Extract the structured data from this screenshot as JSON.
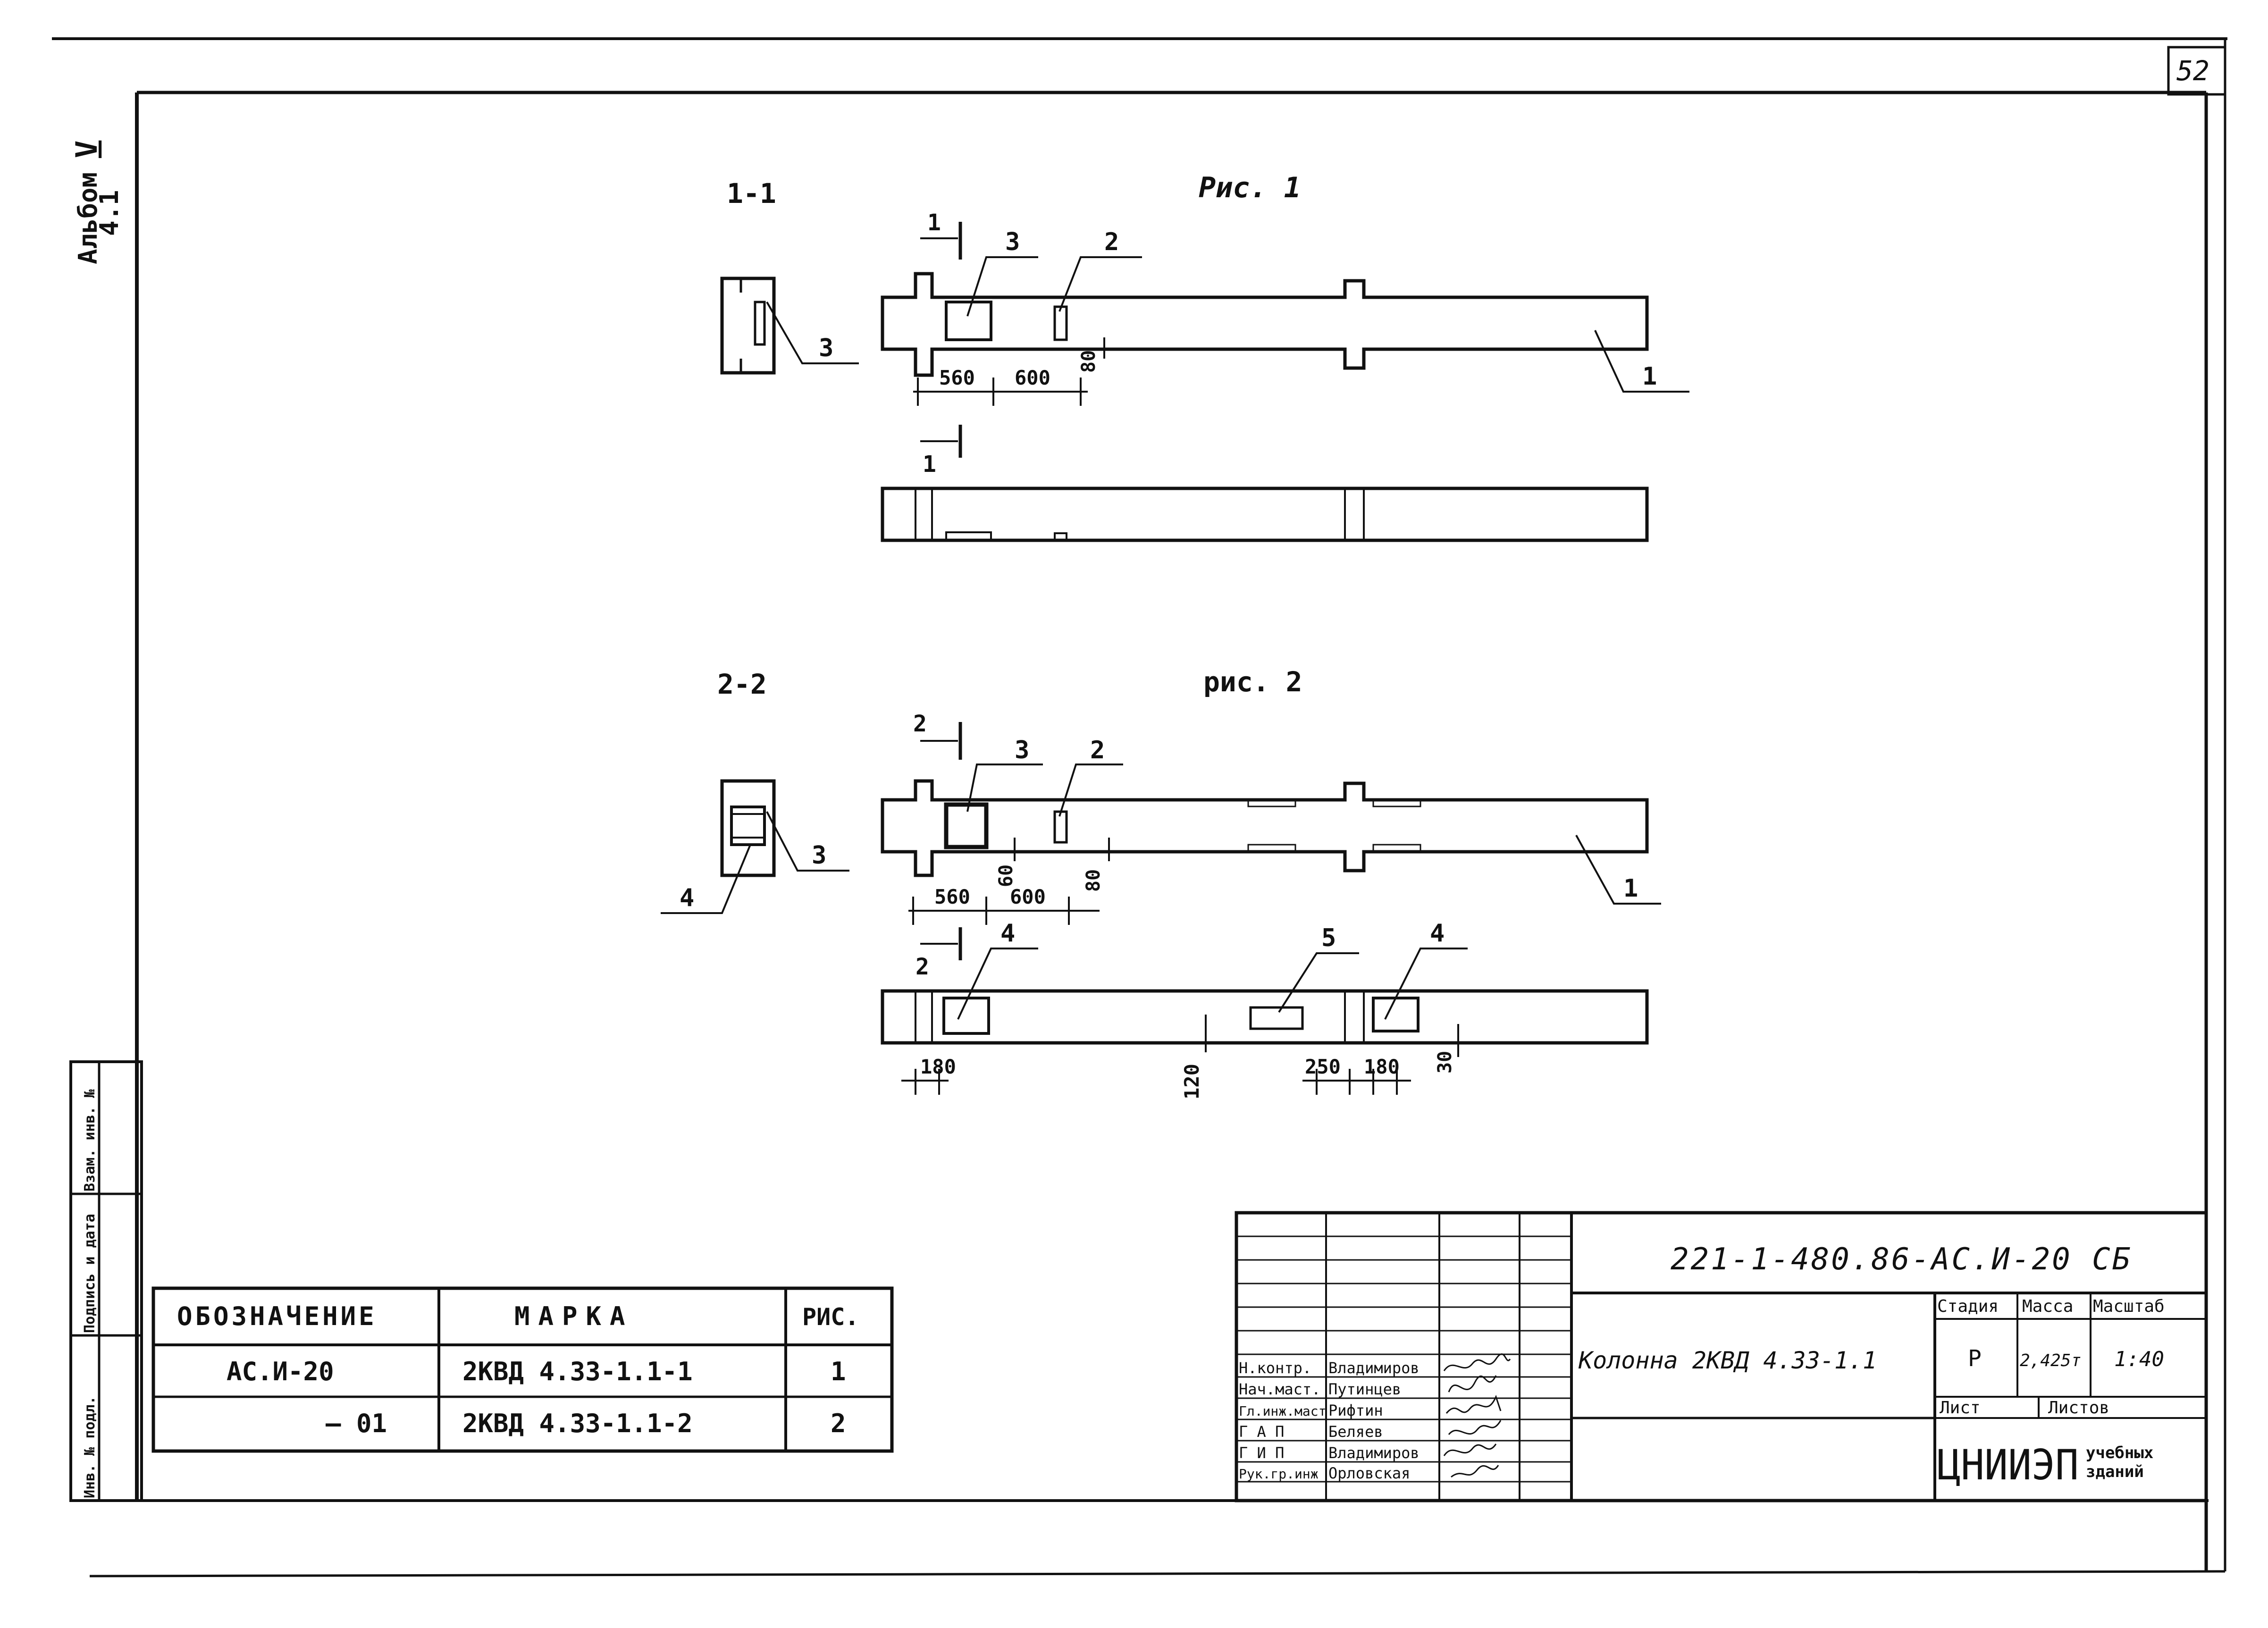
{
  "sheet_number": "52",
  "album": {
    "label": "Альбом",
    "roman": "V",
    "part": "4.1"
  },
  "figure1": {
    "title": "Рис. 1",
    "section_label": "1-1",
    "dims": [
      "560",
      "600",
      "80"
    ],
    "callouts": [
      "1",
      "1",
      "3",
      "2",
      "3",
      "1"
    ]
  },
  "figure2": {
    "title": "рис. 2",
    "section_label": "2-2",
    "dims_top": [
      "560",
      "600",
      "60",
      "80"
    ],
    "dims_bottom": [
      "180",
      "120",
      "250",
      "180",
      "30"
    ],
    "callouts": [
      "2",
      "2",
      "3",
      "2",
      "3",
      "4",
      "1",
      "4",
      "5",
      "4"
    ]
  },
  "left_strip": [
    "Инв. № подл.",
    "Подпись и дата",
    "Взам. инв. №"
  ],
  "spec_table": {
    "headers": [
      "ОБОЗНАЧЕНИЕ",
      "МАРКА",
      "РИС."
    ],
    "rows": [
      [
        "АС.И-20",
        "2КВД 4.33-1.1-1",
        "1"
      ],
      [
        "— 01",
        "2КВД 4.33-1.1-2",
        "2"
      ]
    ]
  },
  "title_block": {
    "code": "221-1-480.86-АС.И-20 СБ",
    "name": "Колонна 2КВД 4.33-1.1",
    "headers": [
      "Стадия",
      "Масса",
      "Масштаб"
    ],
    "values": [
      "Р",
      "2,425т",
      "1:40"
    ],
    "sheet_labels": [
      "Лист",
      "Листов"
    ],
    "org_main": "ЦНИИЭП",
    "org_sub": [
      "учебных",
      "зданий"
    ],
    "signatures": [
      {
        "role": "Н.контр.",
        "name": "Владимиров"
      },
      {
        "role": "Нач.маст.",
        "name": "Путинцев"
      },
      {
        "role": "Гл.инж.маст",
        "name": "Рифтин"
      },
      {
        "role": "Г А П",
        "name": "Беляев"
      },
      {
        "role": "Г И П",
        "name": "Владимиров"
      },
      {
        "role": "Рук.гр.инж",
        "name": "Орловская"
      }
    ]
  }
}
